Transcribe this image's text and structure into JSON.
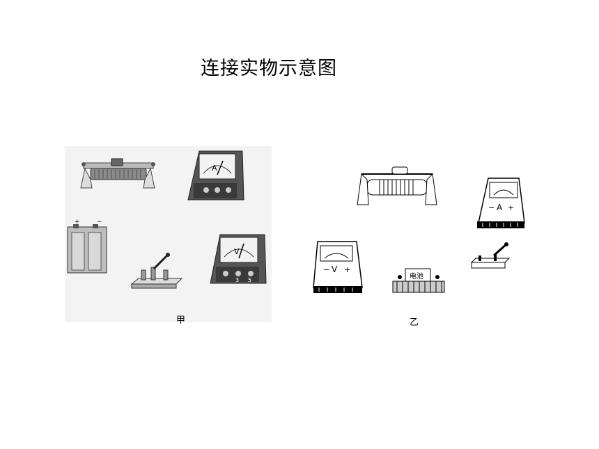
{
  "page": {
    "title": "连接实物示意图"
  },
  "figure_a": {
    "label": "甲",
    "battery_plus": "+",
    "battery_minus": "−",
    "ammeter_letter": "A",
    "voltmeter_letter": "V",
    "voltmeter_terminals": [
      "3",
      "5"
    ]
  },
  "figure_b": {
    "label": "乙",
    "ammeter_letter": "A",
    "ammeter_minus": "−",
    "ammeter_plus": "+",
    "voltmeter_letter": "V",
    "voltmeter_minus": "−",
    "voltmeter_plus": "+",
    "battery_label": "电池"
  }
}
